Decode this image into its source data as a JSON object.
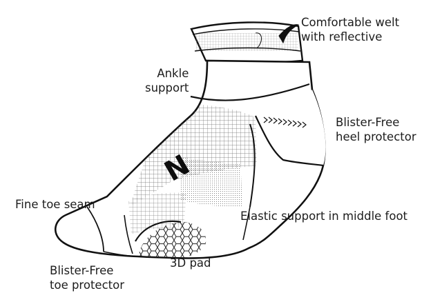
{
  "figure": {
    "brand_mark": "N",
    "callouts": {
      "welt": {
        "line1": "Comfortable welt",
        "line2": "with reflective"
      },
      "ankle": {
        "line1": "Ankle",
        "line2": "support"
      },
      "heel": {
        "line1": "Blister-Free",
        "line2": "heel protector"
      },
      "toe_seam": {
        "line1": "Fine toe seam"
      },
      "elastic": {
        "line1": "Elastic support in middle foot"
      },
      "pad": {
        "line1": "3D pad"
      },
      "toe_protector": {
        "line1": "Blister-Free",
        "line2": "toe protector"
      }
    }
  }
}
